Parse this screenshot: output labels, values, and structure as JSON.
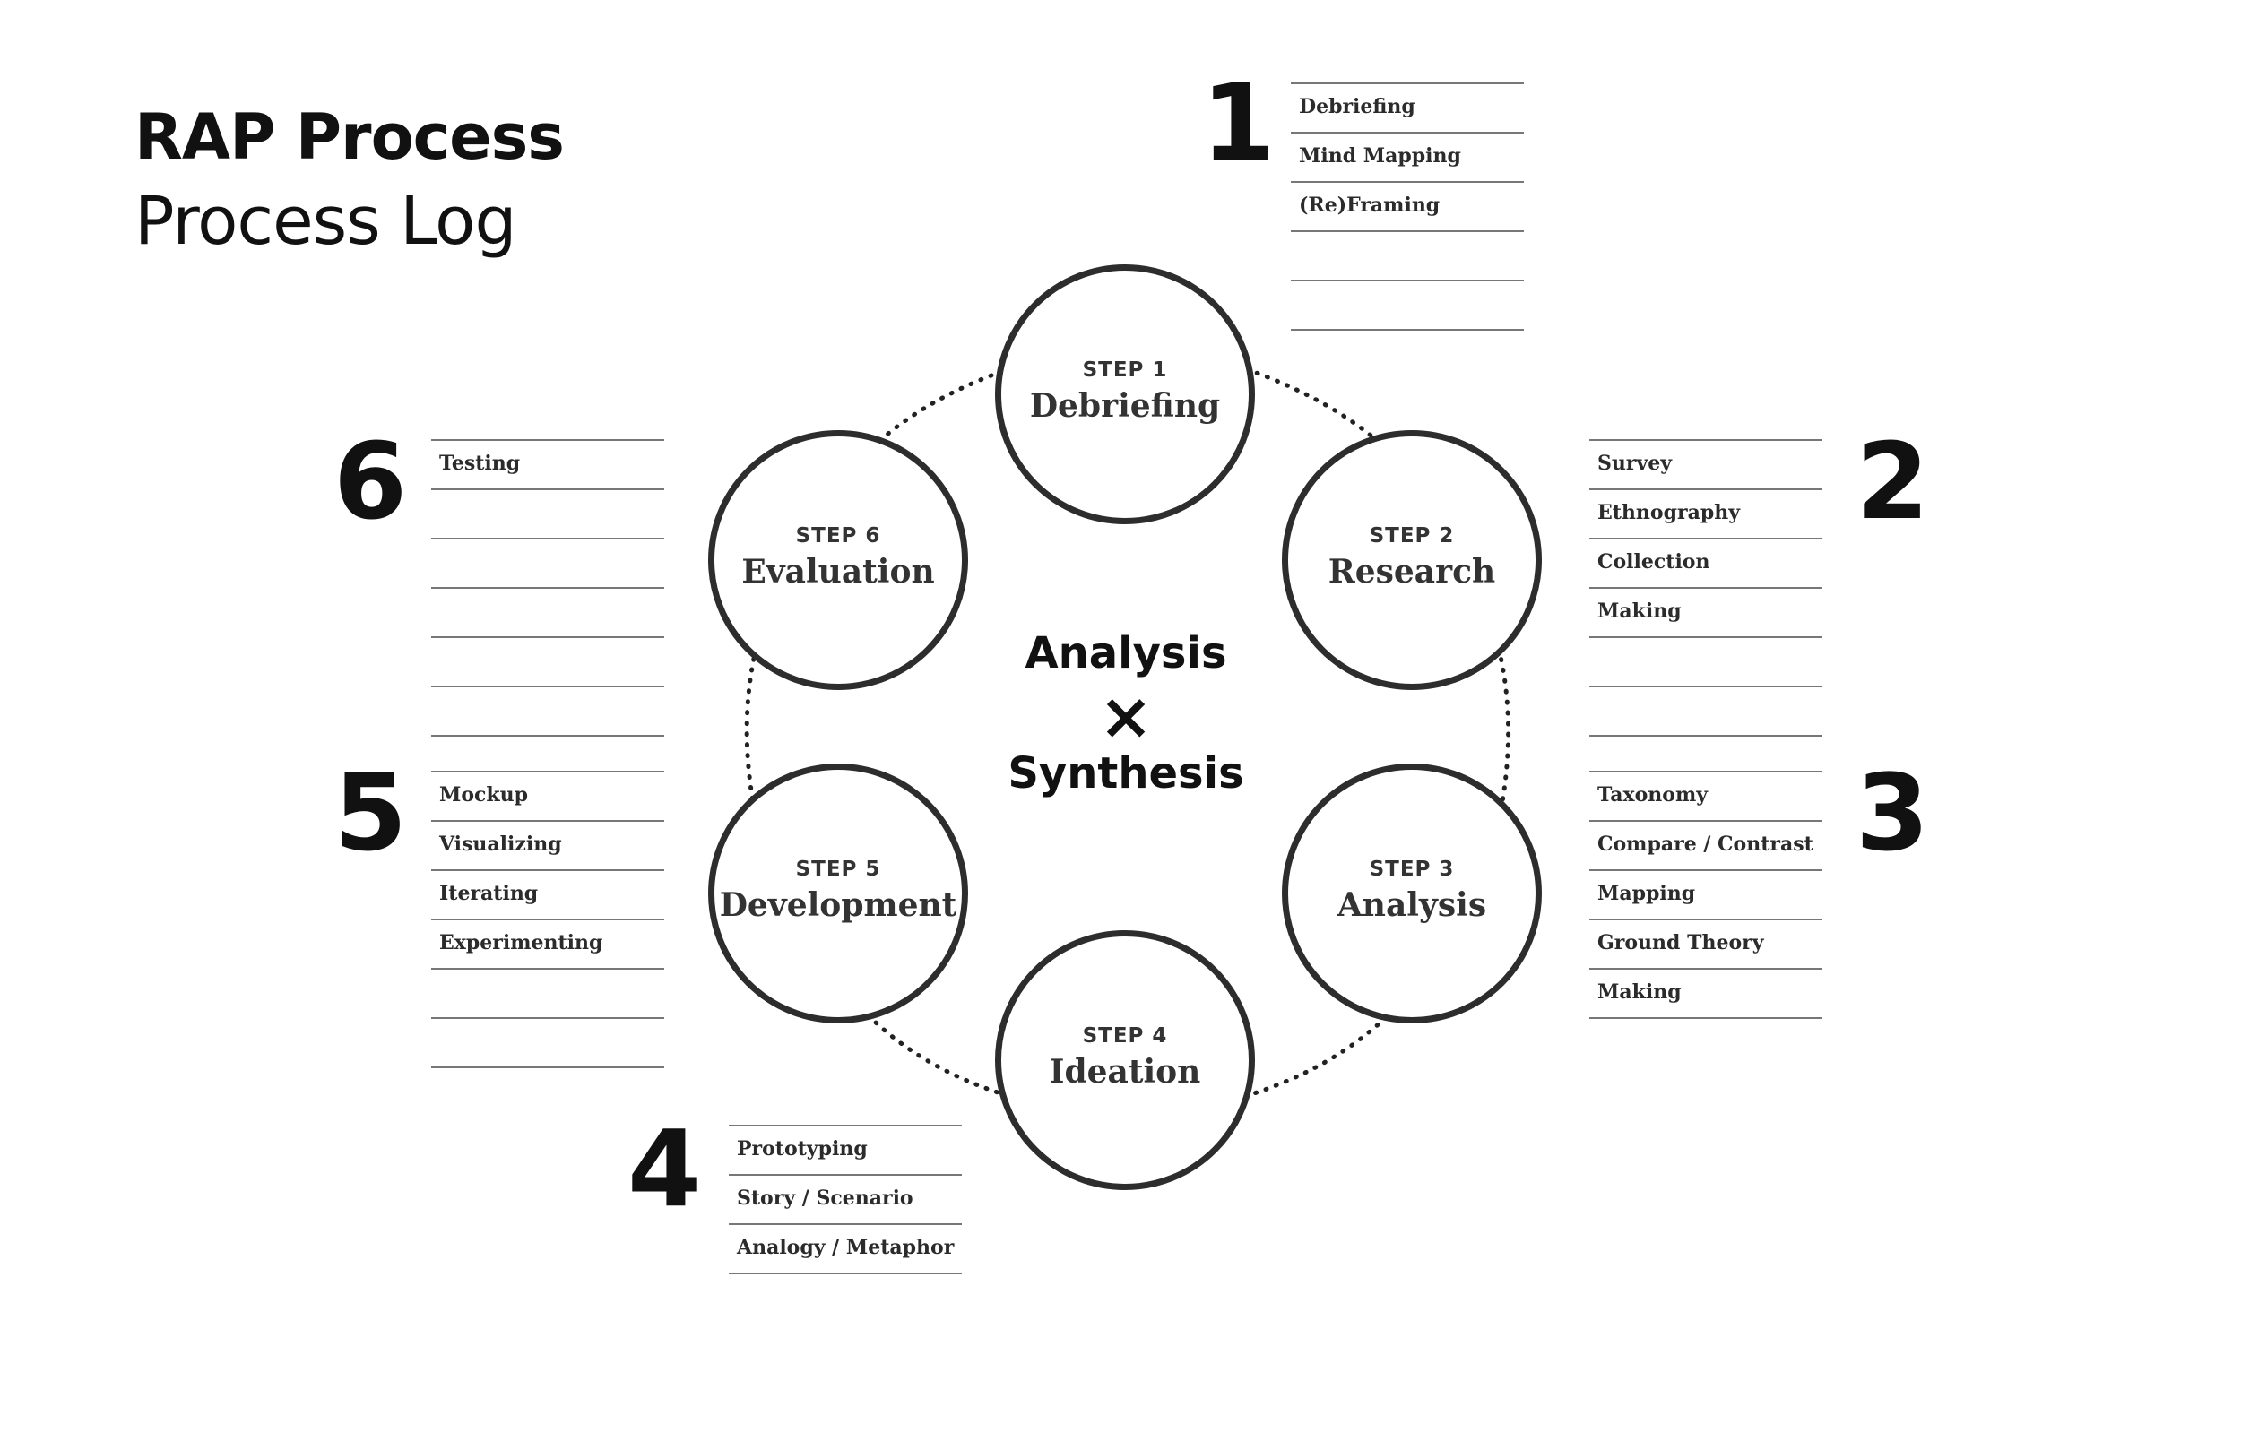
{
  "header": {
    "title": "RAP Process",
    "subtitle": "Process Log"
  },
  "center": {
    "line1": "Analysis",
    "symbol": "×",
    "line2": "Synthesis"
  },
  "steps": [
    {
      "label": "STEP 1",
      "name": "Debriefing"
    },
    {
      "label": "STEP 2",
      "name": "Research"
    },
    {
      "label": "STEP 3",
      "name": "Analysis"
    },
    {
      "label": "STEP 4",
      "name": "Ideation"
    },
    {
      "label": "STEP 5",
      "name": "Development"
    },
    {
      "label": "STEP 6",
      "name": "Evaluation"
    }
  ],
  "logs": [
    {
      "number": "1",
      "items": [
        "Debriefing",
        "Mind Mapping",
        "(Re)Framing",
        "",
        ""
      ]
    },
    {
      "number": "2",
      "items": [
        "Survey",
        "Ethnography",
        "Collection",
        "Making",
        "",
        ""
      ]
    },
    {
      "number": "3",
      "items": [
        "Taxonomy",
        "Compare / Contrast",
        "Mapping",
        "Ground Theory",
        "Making"
      ]
    },
    {
      "number": "4",
      "items": [
        "Prototyping",
        "Story / Scenario",
        "Analogy / Metaphor"
      ]
    },
    {
      "number": "5",
      "items": [
        "Mockup",
        "Visualizing",
        "Iterating",
        "Experimenting",
        "",
        ""
      ]
    },
    {
      "number": "6",
      "items": [
        "Testing",
        "",
        "",
        "",
        "",
        ""
      ]
    }
  ]
}
